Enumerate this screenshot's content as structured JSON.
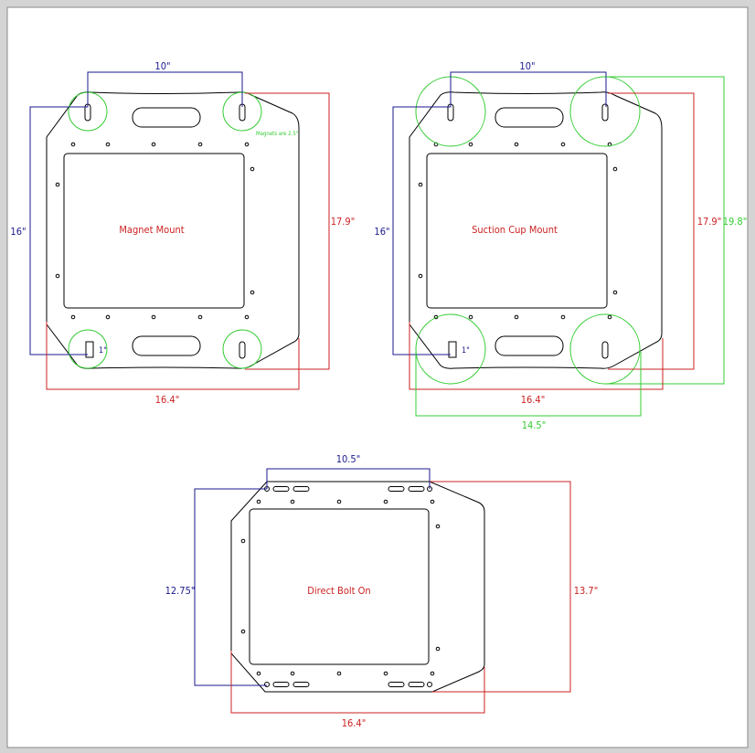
{
  "colors": {
    "outline": "#000000",
    "blue_dim": "#1a1a8c",
    "red_dim": "#cc2222",
    "green": "#33cc33",
    "background": "#ffffff"
  },
  "magnet_mount": {
    "title": "Magnet Mount",
    "dim_width_top": "10\"",
    "dim_height_left": "16\"",
    "dim_height_right": "17.9\"",
    "dim_width_bottom": "16.4\"",
    "slot_label": "1\"",
    "magnet_note": "Magnets are 2.5\""
  },
  "suction_cup_mount": {
    "title": "Suction Cup Mount",
    "dim_width_top": "10\"",
    "dim_height_left": "16\"",
    "dim_height_right": "17.9\"",
    "dim_height_cups": "19.8\"",
    "dim_width_bottom": "16.4\"",
    "dim_width_cups": "14.5\"",
    "slot_label": "1\""
  },
  "direct_bolt_on": {
    "title": "Direct Bolt On",
    "dim_width_top": "10.5\"",
    "dim_height_left": "12.75\"",
    "dim_height_right": "13.7\"",
    "dim_width_bottom": "16.4\""
  }
}
